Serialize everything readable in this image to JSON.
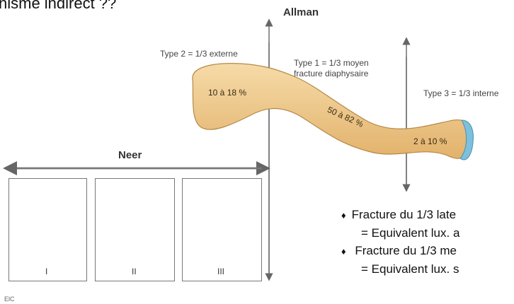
{
  "header": {
    "top_fragment": "nisme indirect ?? "
  },
  "allman": {
    "title": "Allman",
    "type2": "Type 2 = 1/3 externe",
    "type1_line1": "Type 1 = 1/3 moyen",
    "type1_line2": "fracture diaphysaire",
    "type3": "Type 3 = 1/3 interne",
    "pct_external": "10 à 18 %",
    "pct_middle": "50 à 82 %",
    "pct_internal": "2 à 10 %"
  },
  "neer": {
    "title": "Neer",
    "panels": [
      {
        "label": "I"
      },
      {
        "label": "II"
      },
      {
        "label": "III"
      }
    ]
  },
  "bullets": [
    {
      "symbol": "♦",
      "line1": "Fracture du 1/3 late",
      "line2": "= Equivalent lux. a"
    },
    {
      "symbol": "♦",
      "line1": " Fracture du 1/3 me",
      "line2": "= Equivalent lux. s"
    }
  ],
  "credit": "ElC",
  "colors": {
    "bone": "#f0c98c",
    "bone_dark": "#d9a55e",
    "cartilage": "#7cc0dc",
    "arrow": "#666666",
    "ligament": "#a8d8ee"
  }
}
